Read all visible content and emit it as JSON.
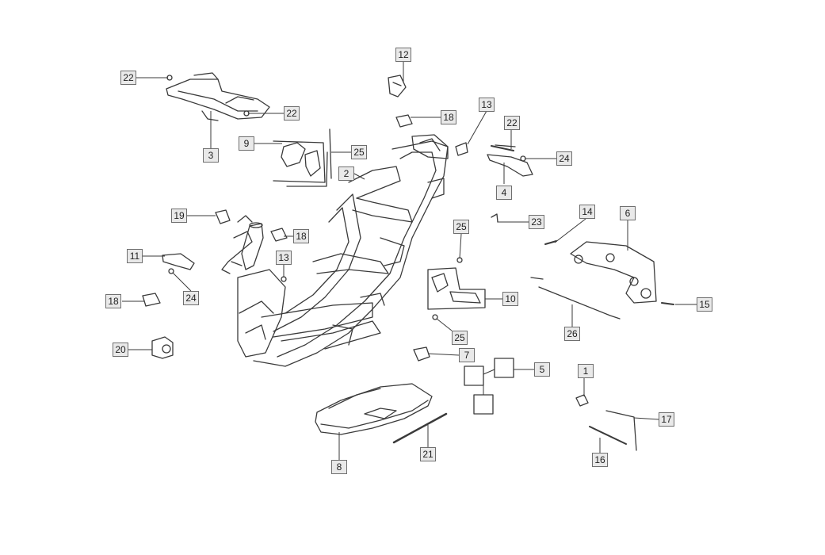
{
  "diagram": {
    "colors": {
      "line": "#3a3a3a",
      "callout_fill": "#e9e9e9",
      "callout_border": "#6f6f6f"
    },
    "callouts": [
      "22",
      "22",
      "3",
      "12",
      "18",
      "13",
      "22",
      "24",
      "4",
      "9",
      "25",
      "2",
      "19",
      "18",
      "11",
      "13",
      "24",
      "18",
      "20",
      "25",
      "10",
      "25",
      "23",
      "14",
      "6",
      "15",
      "26",
      "7",
      "5",
      "1",
      "17",
      "16",
      "8",
      "21"
    ]
  }
}
